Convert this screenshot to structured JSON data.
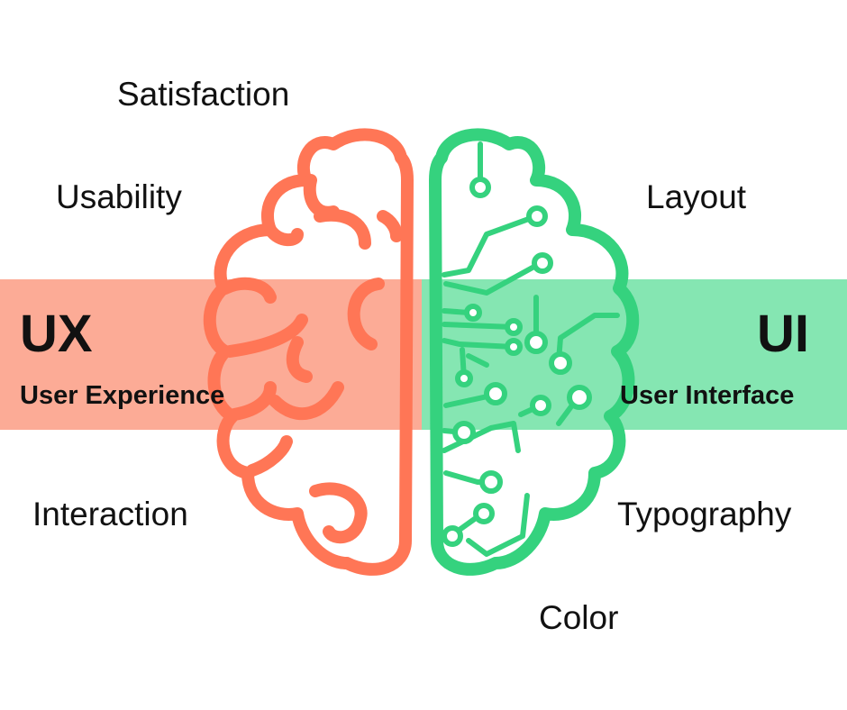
{
  "colors": {
    "ux": "#ff7656",
    "ui": "#35d27e",
    "ux_band": "#fcab96",
    "ui_band": "#85e6b2"
  },
  "ux": {
    "title": "UX",
    "subtitle": "User Experience",
    "terms": [
      "Satisfaction",
      "Usability",
      "Interaction"
    ]
  },
  "ui": {
    "title": "UI",
    "subtitle": "User Interface",
    "terms": [
      "Layout",
      "Typography",
      "Color"
    ]
  }
}
